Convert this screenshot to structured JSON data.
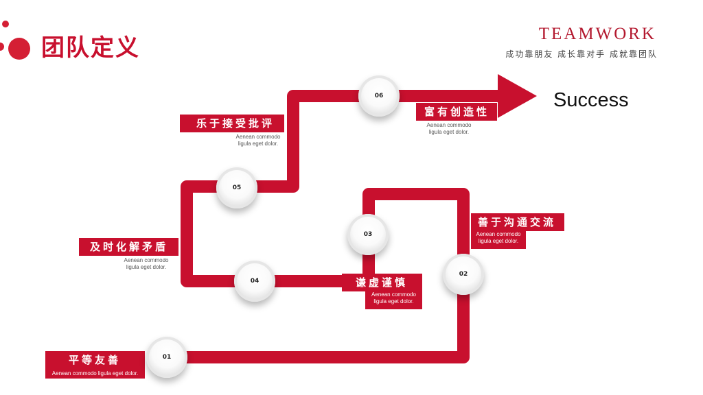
{
  "header": {
    "title": "团队定义",
    "brand": "TEAMWORK",
    "slogan": "成功靠朋友 成长靠对手 成就靠团队"
  },
  "steps": [
    {
      "number": "01",
      "label": "平等友善",
      "desc": "Aenean commodo ligula eget dolor."
    },
    {
      "number": "02",
      "label": "善于沟通交流",
      "desc": "Aenean commodo ligula eget dolor."
    },
    {
      "number": "03",
      "label": "谦虚谨慎",
      "desc": "Aenean commodo ligula eget dolor."
    },
    {
      "number": "04",
      "label": "及时化解矛盾",
      "desc": "Aenean commodo ligula eget dolor."
    },
    {
      "number": "05",
      "label": "乐于接受批评",
      "desc": "Aenean commodo ligula eget dolor."
    },
    {
      "number": "06",
      "label": "富有创造性",
      "desc": "Aenean commodo ligula eget dolor."
    }
  ],
  "goal": "Success",
  "colors": {
    "accent": "#c8102e",
    "path": "#c8102e"
  }
}
